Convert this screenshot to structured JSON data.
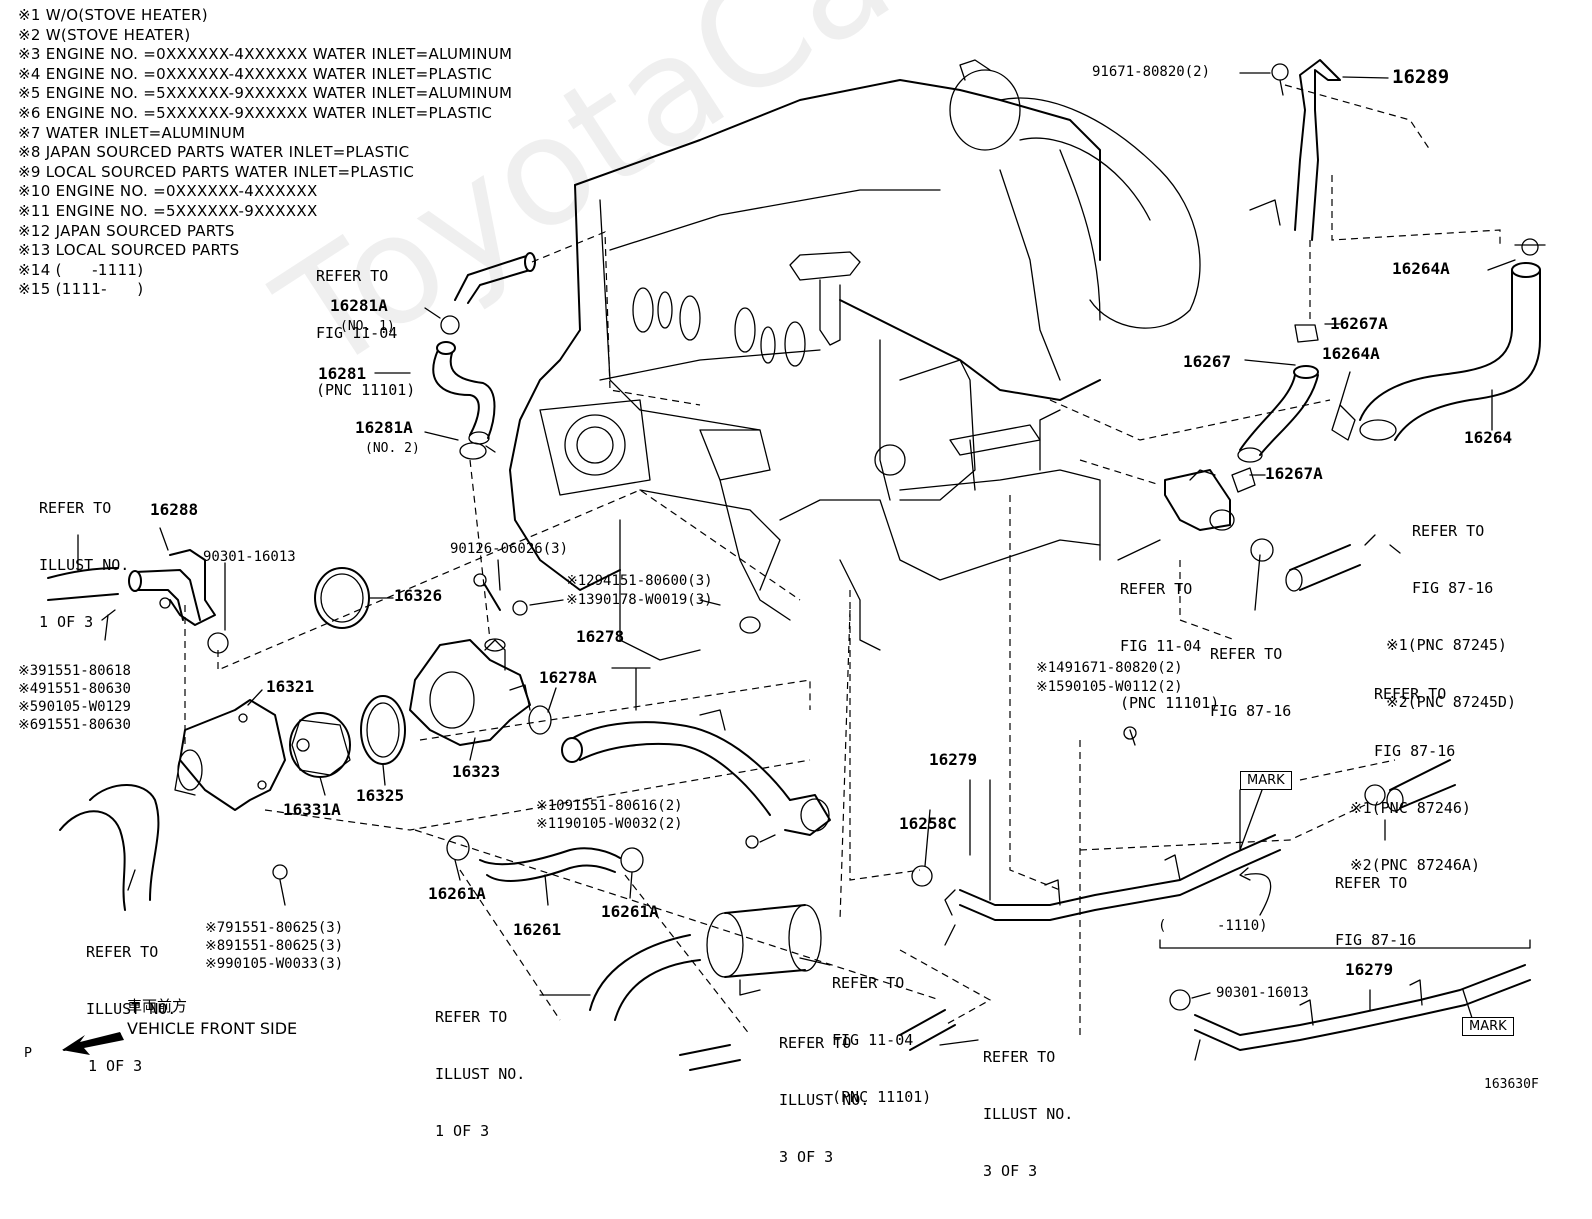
{
  "notes": [
    "※1 W/O(STOVE HEATER)",
    "※2 W(STOVE HEATER)",
    "※3 ENGINE NO. =0XXXXXX-4XXXXXX WATER INLET=ALUMINUM",
    "※4 ENGINE NO. =0XXXXXX-4XXXXXX WATER INLET=PLASTIC",
    "※5 ENGINE NO. =5XXXXXX-9XXXXXX WATER INLET=ALUMINUM",
    "※6 ENGINE NO. =5XXXXXX-9XXXXXX WATER INLET=PLASTIC",
    "※7 WATER INLET=ALUMINUM",
    "※8 JAPAN SOURCED PARTS WATER INLET=PLASTIC",
    "※9 LOCAL SOURCED PARTS WATER INLET=PLASTIC",
    "※10 ENGINE NO. =0XXXXXX-4XXXXXX",
    "※11 ENGINE NO. =5XXXXXX-9XXXXXX",
    "※12 JAPAN SOURCED PARTS",
    "※13 LOCAL SOURCED PARTS",
    "※14 (      -1111)",
    "※15 (1111-      )"
  ],
  "parts": {
    "p91671_80820": "91671-80820(2)",
    "p16289": "16289",
    "p16264A_top": "16264A",
    "p16267A_top": "16267A",
    "p16267": "16267",
    "p16264A_mid": "16264A",
    "p16264": "16264",
    "p16267A_bot": "16267A",
    "p16281A_1": "16281A",
    "no1": "(NO. 1)",
    "p16281": "16281",
    "p16281A_2": "16281A",
    "no2": "(NO. 2)",
    "p16288": "16288",
    "p90301_16013": "90301-16013",
    "p16326": "16326",
    "p90126_06026": "90126-06026(3)",
    "p94151": "※1294151-80600(3)",
    "p90178": "※1390178-W0019(3)",
    "p16278": "16278",
    "p16278A": "16278A",
    "p16321": "16321",
    "p16323": "16323",
    "p16331A": "16331A",
    "p16325": "16325",
    "b3": "※391551-80618",
    "b4": "※491551-80630",
    "b5": "※590105-W0129",
    "b6": "※691551-80630",
    "b10": "※1091551-80616(2)",
    "b11": "※1190105-W0032(2)",
    "b14": "※1491671-80820(2)",
    "b15": "※1590105-W0112(2)",
    "p16279": "16279",
    "p16258C": "16258C",
    "p16261A_l": "16261A",
    "p16261": "16261",
    "p16261A_r": "16261A",
    "b7": "※791551-80625(3)",
    "b8": "※891551-80625(3)",
    "b9": "※990105-W0033(3)",
    "range1110": "(      -1110)",
    "p16279_b": "16279",
    "p90301_16013_b": "90301-16013",
    "mark1": "MARK",
    "mark2": "MARK",
    "code": "163630F",
    "p": "P"
  },
  "refs": {
    "r_fig1104_top": [
      "REFER TO",
      "FIG 11-04",
      "(PNC 11101)"
    ],
    "r_illust_left": [
      "REFER TO",
      "ILLUST NO.",
      "1 OF 3"
    ],
    "r_fig1104_mid": [
      "REFER TO",
      "FIG 11-04",
      "(PNC 11101)"
    ],
    "r_fig8716_a": [
      "REFER TO",
      "FIG 87-16",
      "※1(PNC 87245)",
      "※2(PNC 87245D)"
    ],
    "r_fig8716_b": [
      "REFER TO",
      "FIG 87-16"
    ],
    "r_fig8716_c": [
      "REFER TO",
      "FIG 87-16",
      "※1(PNC 87246)",
      "※2(PNC 87246A)"
    ],
    "r_fig8716_d": [
      "REFER TO",
      "FIG 87-16"
    ],
    "r_illust_bl": [
      "REFER TO",
      "ILLUST NO.",
      "1 OF 3"
    ],
    "r_illust_bm": [
      "REFER TO",
      "ILLUST NO.",
      "1 OF 3"
    ],
    "r_fig1104_bot": [
      "REFER TO",
      "FIG 11-04",
      "(PNC 11101)"
    ],
    "r_illust_b3a": [
      "REFER TO",
      "ILLUST NO.",
      "3 OF 3"
    ],
    "r_illust_b3b": [
      "REFER TO",
      "ILLUST NO.",
      "3 OF 3"
    ]
  },
  "front": {
    "jp": "車両前方",
    "en": "VEHICLE FRONT SIDE"
  },
  "watermark": "ToyotaCarMine.ru"
}
